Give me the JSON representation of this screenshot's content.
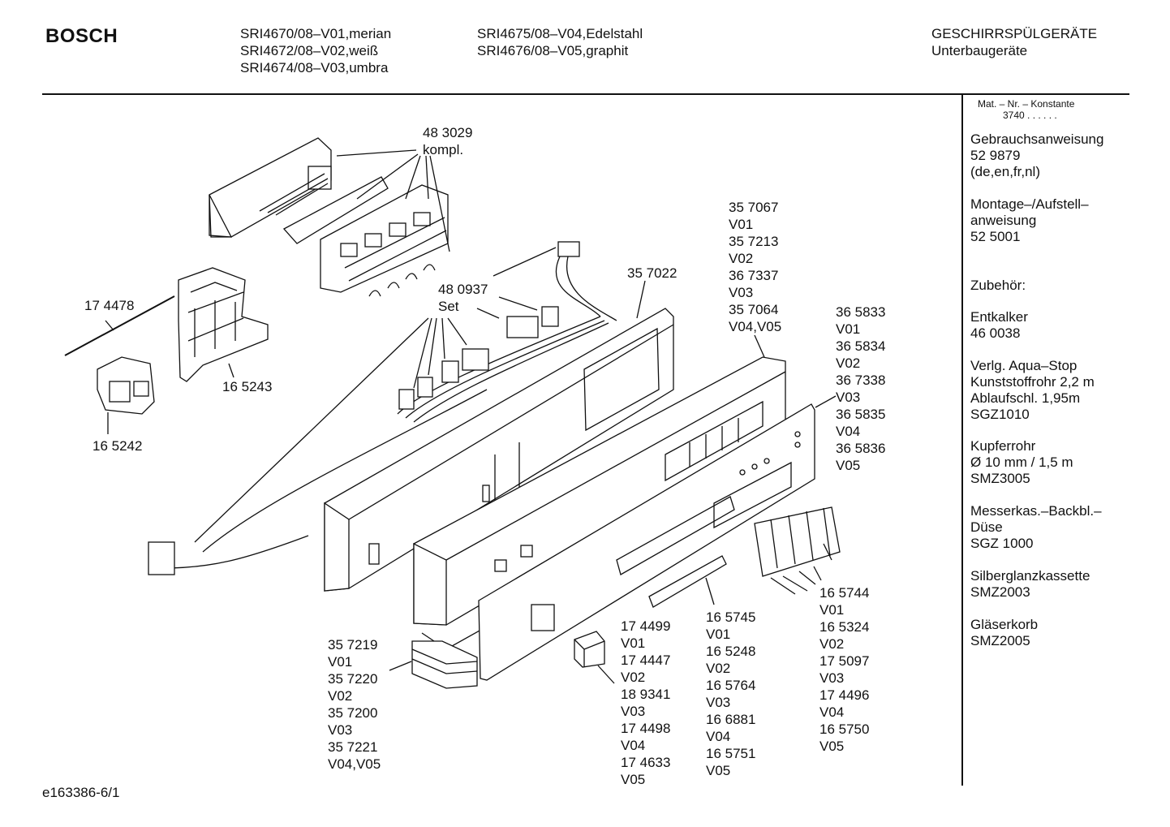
{
  "header": {
    "brand": "BOSCH",
    "models_col1": [
      "SRI4670/08–V01,merian",
      "SRI4672/08–V02,weiß",
      "SRI4674/08–V03,umbra"
    ],
    "models_col2": [
      "SRI4675/08–V04,Edelstahl",
      "SRI4676/08–V05,graphit"
    ],
    "category": [
      "GESCHIRRSPÜLGERÄTE",
      "Unterbaugeräte"
    ]
  },
  "sidebar": {
    "konstante_label": "Mat. – Nr. – Konstante",
    "konstante_value": "3740 .  .    .  .  .  .",
    "blocks": [
      [
        "Gebrauchsanweisung",
        "52 9879",
        "(de,en,fr,nl)"
      ],
      [
        "Montage–/Aufstell–",
        "anweisung",
        "52 5001"
      ],
      [
        "Zubehör:"
      ],
      [
        "Entkalker",
        "46 0038"
      ],
      [
        "Verlg. Aqua–Stop",
        "Kunststoffrohr 2,2 m",
        "Ablaufschl. 1,95m",
        "SGZ1010"
      ],
      [
        "Kupferrohr",
        "Ø 10 mm / 1,5 m",
        "SMZ3005"
      ],
      [
        "Messerkas.–Backbl.–",
        "Düse",
        "SGZ 1000"
      ],
      [
        "Silberglanzkassette",
        "SMZ2003"
      ],
      [
        "Gläserkorb",
        "SMZ2005"
      ]
    ]
  },
  "labels": {
    "l483029": [
      "48 3029",
      "kompl."
    ],
    "l174478": [
      "17 4478"
    ],
    "l165243": [
      "16 5243"
    ],
    "l165242": [
      "16 5242"
    ],
    "l480937": [
      "48 0937",
      "Set"
    ],
    "l357022": [
      "35 7022"
    ],
    "l357067": [
      "35 7067",
      "V01",
      "35 7213",
      "V02",
      "36 7337",
      "V03",
      "35 7064",
      "V04,V05"
    ],
    "l365833": [
      "36 5833",
      "V01",
      "36 5834",
      "V02",
      "36 7338",
      "V03",
      "36 5835",
      "V04",
      "36 5836",
      "V05"
    ],
    "l165744": [
      "16 5744",
      "V01",
      "16 5324",
      "V02",
      "17 5097",
      "V03",
      "17 4496",
      "V04",
      "16 5750",
      "V05"
    ],
    "l165745": [
      "16 5745",
      "V01",
      "16 5248",
      "V02",
      "16 5764",
      "V03",
      "16 6881",
      "V04",
      "16 5751",
      "V05"
    ],
    "l174499": [
      "17 4499",
      "V01",
      "17 4447",
      "V02",
      "18 9341",
      "V03",
      "17 4498",
      "V04",
      "17 4633",
      "V05"
    ],
    "l357219": [
      "35 7219",
      "V01",
      "35 7220",
      "V02",
      "35 7200",
      "V03",
      "35 7221",
      "V04,V05"
    ]
  },
  "footer": {
    "code": "e163386-6/1"
  }
}
